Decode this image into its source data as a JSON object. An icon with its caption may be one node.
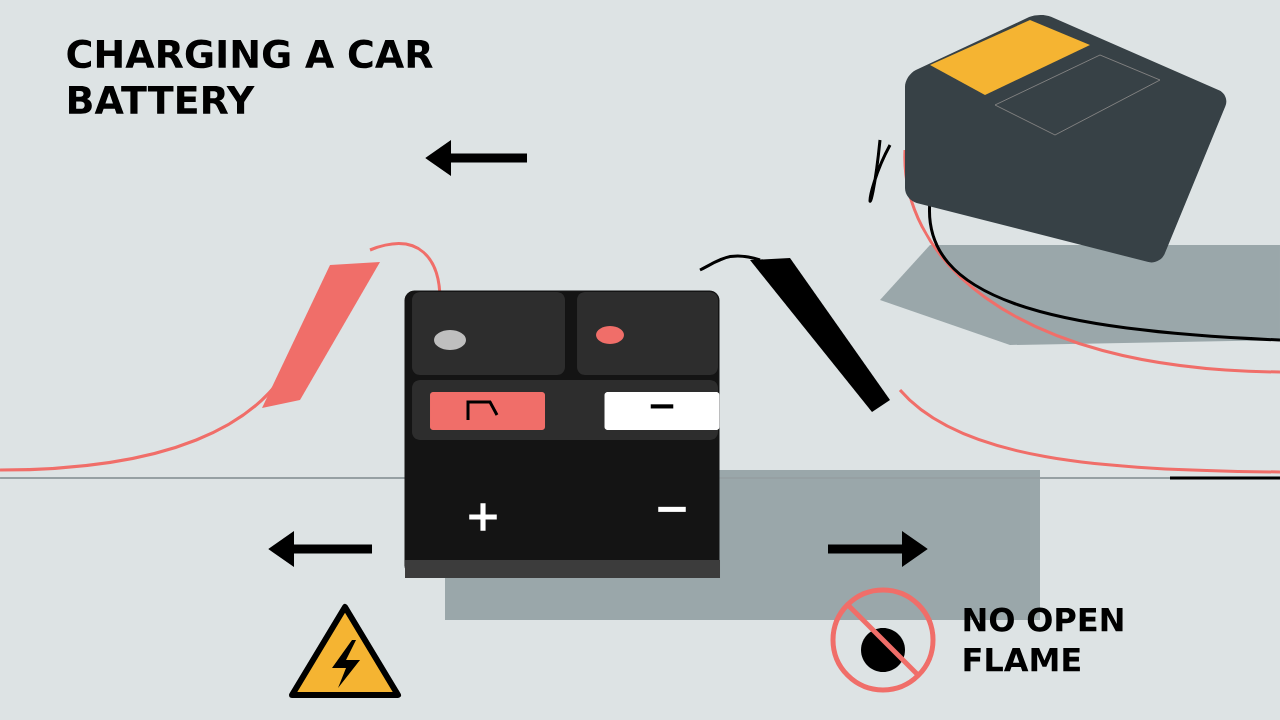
{
  "diagram": {
    "title": "CHARGING A CAR BATTERY",
    "nodes": [
      {
        "text": [
          "+",
          "−"
        ]
      },
      {
        "text": [
          "−"
        ],
        "in": 0
      },
      {
        "text": [],
        "shape": "picture"
      }
    ],
    "labels": [
      "NO OPEN FLAME"
    ]
  }
}
